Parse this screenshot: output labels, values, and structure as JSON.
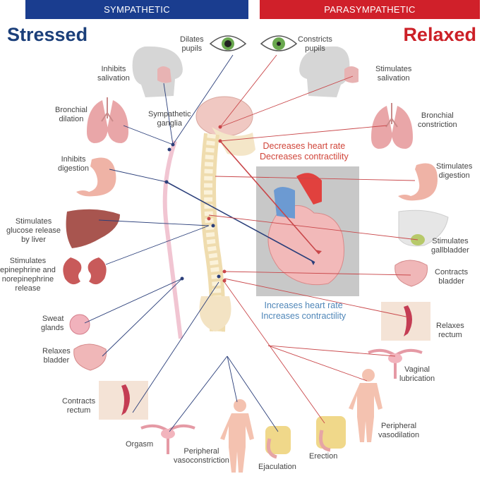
{
  "header": {
    "sympathetic": "SYMPATHETIC",
    "parasympathetic": "PARASYMPATHETIC"
  },
  "states": {
    "stressed": "Stressed",
    "relaxed": "Relaxed"
  },
  "heart": {
    "sympathetic_effect": [
      "Increases heart rate",
      "Increases contractility"
    ],
    "parasympathetic_effect": [
      "Decreases heart rate",
      "Decreases contractility"
    ]
  },
  "ganglia_label": [
    "Sympathetic",
    "ganglia"
  ],
  "sympathetic_effects": {
    "pupils": [
      "Dilates",
      "pupils"
    ],
    "salivation": [
      "Inhibits",
      "salivation"
    ],
    "bronchi": [
      "Bronchial",
      "dilation"
    ],
    "digestion": [
      "Inhibits",
      "digestion"
    ],
    "liver": [
      "Stimulates",
      "glucose release",
      "by liver"
    ],
    "adrenal": [
      "Stimulates",
      "epinephrine and",
      "norepinephrine",
      "release"
    ],
    "sweat": [
      "Sweat",
      "glands"
    ],
    "bladder": [
      "Relaxes",
      "bladder"
    ],
    "rectum": [
      "Contracts",
      "rectum"
    ],
    "orgasm": [
      "Orgasm"
    ],
    "vasoconstriction": [
      "Peripheral",
      "vasoconstriction"
    ],
    "ejaculation": [
      "Ejaculation"
    ]
  },
  "parasympathetic_effects": {
    "pupils": [
      "Constricts",
      "pupils"
    ],
    "salivation": [
      "Stimulates",
      "salivation"
    ],
    "bronchi": [
      "Bronchial",
      "constriction"
    ],
    "digestion": [
      "Stimulates",
      "digestion"
    ],
    "gallbladder": [
      "Stimulates",
      "gallbladder"
    ],
    "bladder": [
      "Contracts",
      "bladder"
    ],
    "rectum": [
      "Relaxes",
      "rectum"
    ],
    "vaginal": [
      "Vaginal",
      "lubrication"
    ],
    "vasodilation": [
      "Peripheral",
      "vasodilation"
    ],
    "erection": [
      "Erection"
    ]
  },
  "colors": {
    "sympathetic": "#1a3d8f",
    "parasympathetic": "#d0202a",
    "symp_line": "#2b3f7a",
    "para_line": "#c9474a",
    "organ": "#e8a7a7",
    "organ_dark": "#c46a6a",
    "bone": "#f3e3c3",
    "head": "#d9d9d9"
  }
}
